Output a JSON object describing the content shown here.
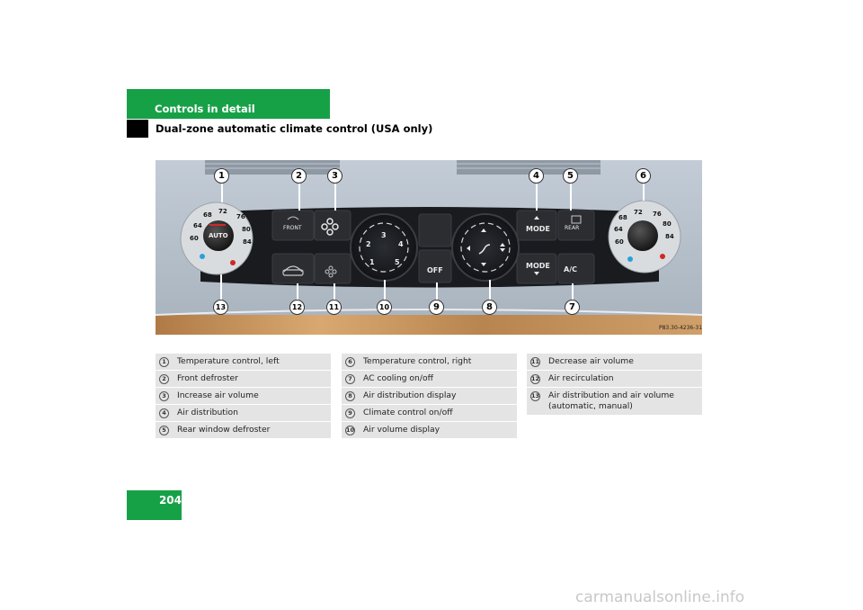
{
  "header": {
    "section": "Controls in detail",
    "subtitle": "Dual-zone automatic climate control (USA only)"
  },
  "figure": {
    "code": "P83.30-4236-31",
    "labels": {
      "front": "FRONT",
      "rear": "REAR",
      "auto": "AUTO",
      "mode": "MODE",
      "off": "OFF",
      "ac": "A/C"
    },
    "left_dial_temps": [
      "60",
      "64",
      "68",
      "72",
      "76",
      "80",
      "84"
    ],
    "right_dial_temps": [
      "60",
      "64",
      "68",
      "72",
      "76",
      "80",
      "84"
    ],
    "fan_speeds": [
      "1",
      "2",
      "3",
      "4",
      "5"
    ],
    "callouts": [
      "1",
      "2",
      "3",
      "4",
      "5",
      "6",
      "7",
      "8",
      "9",
      "10",
      "11",
      "12",
      "13"
    ]
  },
  "legend": {
    "col1": [
      {
        "num": "1",
        "text": "Temperature control, left"
      },
      {
        "num": "2",
        "text": "Front defroster"
      },
      {
        "num": "3",
        "text": "Increase air volume"
      },
      {
        "num": "4",
        "text": "Air distribution"
      },
      {
        "num": "5",
        "text": "Rear window defroster"
      }
    ],
    "col2": [
      {
        "num": "6",
        "text": "Temperature control, right"
      },
      {
        "num": "7",
        "text": "AC cooling on/off"
      },
      {
        "num": "8",
        "text": "Air distribution display"
      },
      {
        "num": "9",
        "text": "Climate control on/off"
      },
      {
        "num": "10",
        "text": "Air volume display"
      }
    ],
    "col3": [
      {
        "num": "11",
        "text": "Decrease air volume"
      },
      {
        "num": "12",
        "text": "Air recirculation"
      },
      {
        "num": "13",
        "text": "Air distribution and air volume (automatic, manual)"
      }
    ]
  },
  "page_number": "204",
  "watermark": "carmanualsonline.info",
  "colors": {
    "accent": "#17a147"
  }
}
